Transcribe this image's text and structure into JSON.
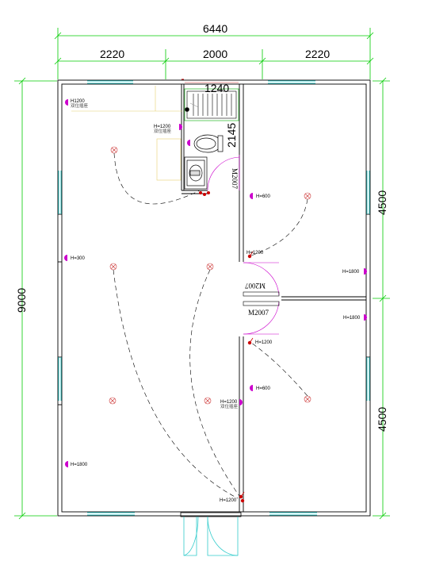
{
  "dimensions": {
    "overall_width": "6440",
    "left_room": "2220",
    "middle": "2000",
    "right_room": "2220",
    "overall_height": "9000",
    "upper_right": "4500",
    "lower_right": "4500",
    "bath_width": "1240",
    "bath_depth": "2145"
  },
  "doors": {
    "bath_door": "M2007",
    "bedroom_upper_door": "M2007",
    "bedroom_lower_door": "M2007"
  },
  "outlets": {
    "o1": "H1200",
    "o1_cn": "双位插座",
    "o2": "H=1200",
    "o2_cn": "双位插座",
    "o3": "H=300",
    "o4": "H=600",
    "o5": "H=1200",
    "o6": "H=1800",
    "o7": "H=1800",
    "o8": "H=1200",
    "o9": "H=600",
    "o10": "H=1200",
    "o10_cn": "双位插座",
    "o11": "H=1800",
    "o12": "H=1200"
  },
  "colors": {
    "dimension": "#00cc00",
    "wall": "#000000",
    "window": "#33cccc",
    "outlet": "#cc00cc",
    "switch": "#cc0000",
    "light": "#cc3333",
    "wiring": "#000000"
  }
}
